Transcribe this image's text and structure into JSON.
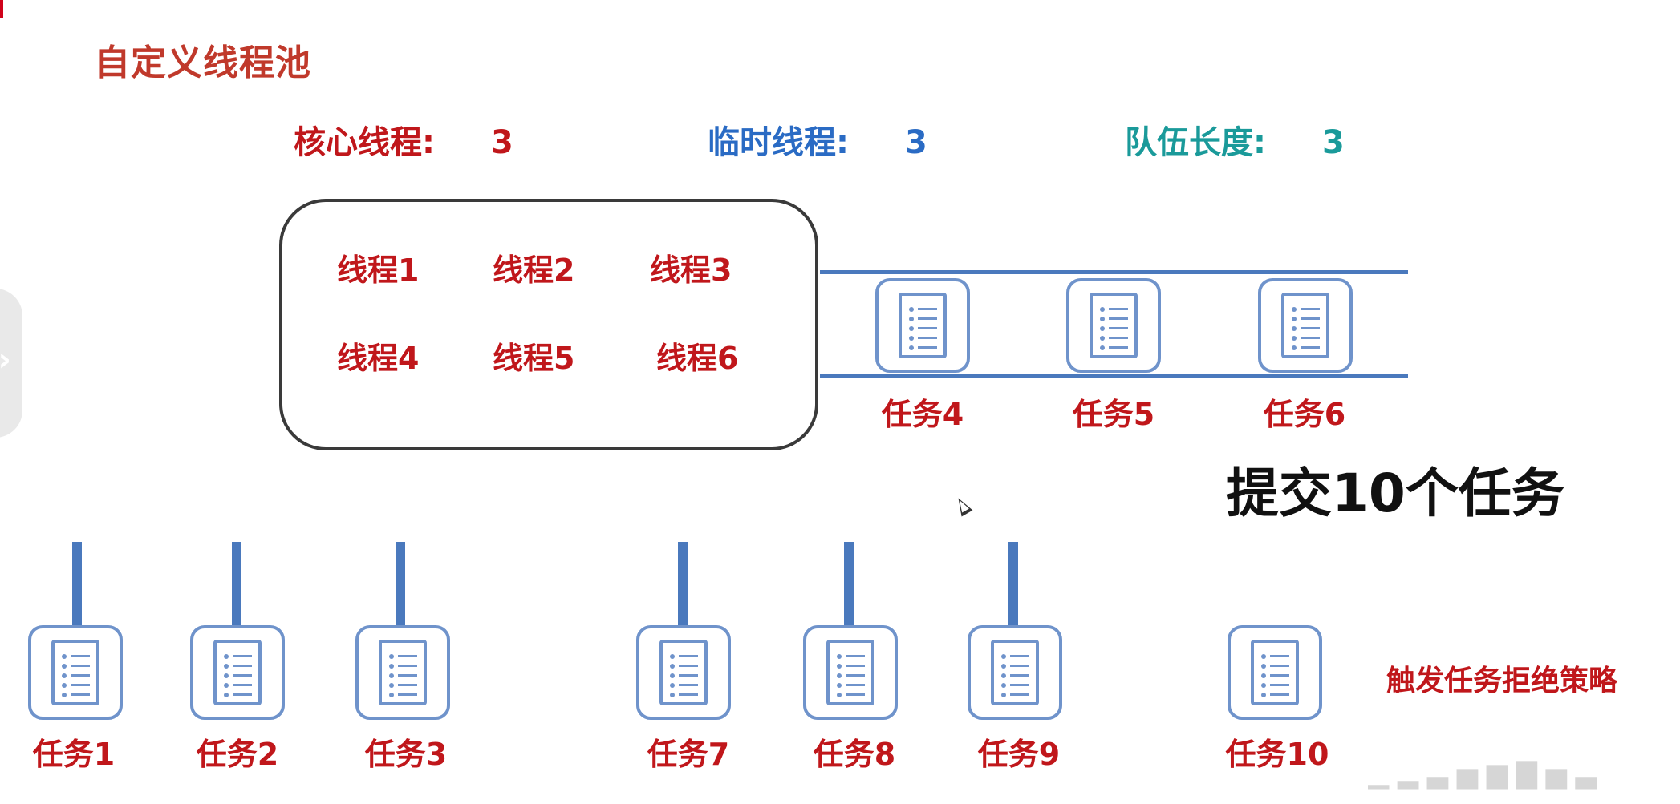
{
  "title": "自定义线程池",
  "params": {
    "core": {
      "label": "核心线程:",
      "value": "3",
      "color": "#c0171b"
    },
    "temp": {
      "label": "临时线程:",
      "value": "3",
      "color": "#2a6bc4"
    },
    "queue": {
      "label": "队伍长度:",
      "value": "3",
      "color": "#1a9a9a"
    }
  },
  "threads": [
    "线程1",
    "线程2",
    "线程3",
    "线程4",
    "线程5",
    "线程6"
  ],
  "queue_tasks": [
    "任务4",
    "任务5",
    "任务6"
  ],
  "bottom_tasks": [
    "任务1",
    "任务2",
    "任务3",
    "任务7",
    "任务8",
    "任务9",
    "任务10"
  ],
  "submit_text": "提交10个任务",
  "reject_text": "触发任务拒绝策略",
  "icons": {
    "task": "document-list-icon",
    "nav": "chevron-right-icon",
    "cursor": "mouse-pointer-icon"
  },
  "colors": {
    "red": "#c0171b",
    "blue": "#2a6bc4",
    "teal": "#1a9a9a",
    "line_blue": "#4a79bd",
    "icon_blue": "#6f93cb"
  }
}
